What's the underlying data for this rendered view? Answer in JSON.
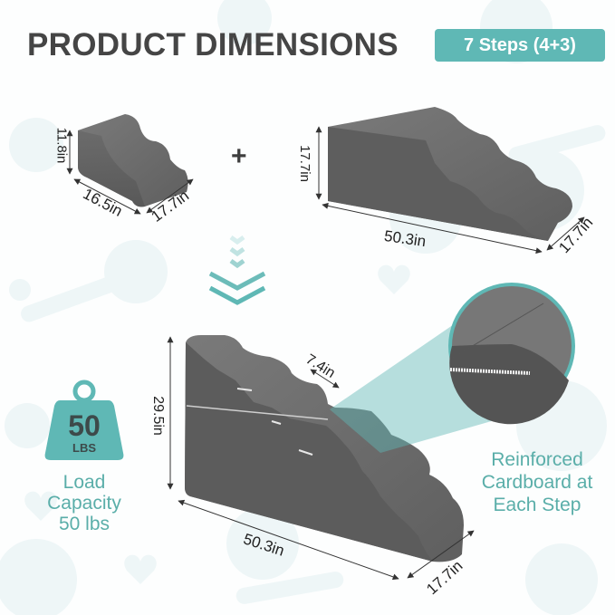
{
  "header": {
    "title": "PRODUCT DIMENSIONS",
    "badge": "7 Steps (4+3)"
  },
  "colors": {
    "accent": "#5fb8b5",
    "accent_text": "#5aaea9",
    "title": "#454545",
    "foam": "#6f6f6f"
  },
  "small_step": {
    "height": "11.8in",
    "length": "16.5in",
    "depth": "17.7in"
  },
  "operator": "+",
  "large_step": {
    "height": "17.7in",
    "length": "50.3in",
    "depth": "17.7in"
  },
  "combined": {
    "height": "29.5in",
    "step_depth": "7.4in",
    "length": "50.3in",
    "depth": "17.7in"
  },
  "load_capacity": {
    "icon": "weight-icon",
    "number": "50",
    "unit": "LBS",
    "label": "Load Capacity 50 lbs"
  },
  "callout": {
    "label": "Reinforced Cardboard at Each Step"
  }
}
